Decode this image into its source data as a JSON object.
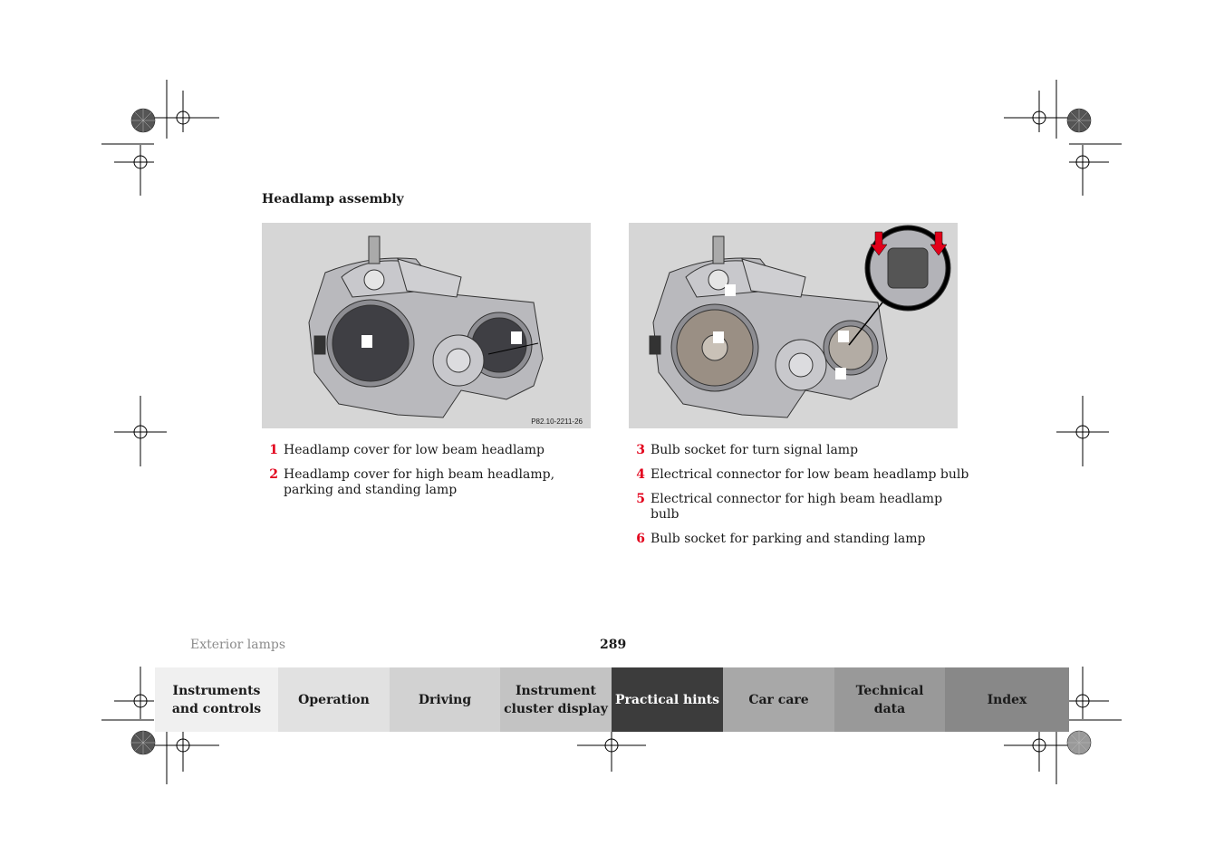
{
  "page": {
    "heading": "Headlamp assembly",
    "section_label": "Exterior lamps",
    "page_number": "289"
  },
  "figures": {
    "left_code": "P82.10-2211-26",
    "arrow_color": "#e2001a",
    "background_color": "#d6d6d6"
  },
  "legend": {
    "number_color": "#e2001a",
    "left": [
      {
        "num": "1",
        "text": "Headlamp cover for low beam headlamp"
      },
      {
        "num": "2",
        "text": "Headlamp cover for high beam headlamp, parking and standing lamp"
      }
    ],
    "right": [
      {
        "num": "3",
        "text": "Bulb socket for turn signal lamp"
      },
      {
        "num": "4",
        "text": "Electrical connector for low beam headlamp bulb"
      },
      {
        "num": "5",
        "text": "Electrical connector for high beam headlamp bulb"
      },
      {
        "num": "6",
        "text": "Bulb socket for parking and standing lamp"
      }
    ]
  },
  "nav": {
    "tabs": [
      {
        "label": "Instruments\nand controls",
        "bg": "#f0f0f0",
        "fg": "#1a1a1a",
        "active": false
      },
      {
        "label": "Operation",
        "bg": "#e1e1e1",
        "fg": "#1a1a1a",
        "active": false
      },
      {
        "label": "Driving",
        "bg": "#d2d2d2",
        "fg": "#1a1a1a",
        "active": false
      },
      {
        "label": "Instrument\ncluster display",
        "bg": "#c3c3c3",
        "fg": "#1a1a1a",
        "active": false
      },
      {
        "label": "Practical hints",
        "bg": "#3c3c3c",
        "fg": "#ffffff",
        "active": true
      },
      {
        "label": "Car care",
        "bg": "#a8a8a8",
        "fg": "#1a1a1a",
        "active": false
      },
      {
        "label": "Technical\ndata",
        "bg": "#999999",
        "fg": "#1a1a1a",
        "active": false
      },
      {
        "label": "Index",
        "bg": "#888888",
        "fg": "#1a1a1a",
        "active": false
      }
    ]
  }
}
